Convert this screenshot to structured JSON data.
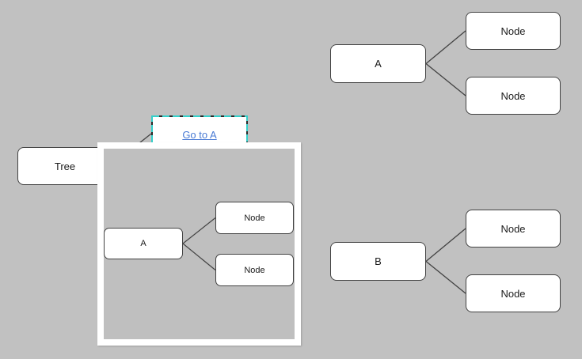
{
  "diagram": {
    "background_color": "#c1c1c1",
    "node_fill": "#ffffff",
    "node_stroke": "#424242",
    "edge_color": "#424242",
    "selection_dash_color": "#35d0ca",
    "tree": {
      "label": "Tree"
    },
    "link": {
      "label": "Go to A",
      "color": "#4a7bd4"
    },
    "branch_a": {
      "root": "A",
      "children": [
        "Node",
        "Node"
      ]
    },
    "branch_b": {
      "root": "B",
      "children": [
        "Node",
        "Node"
      ]
    },
    "preview": {
      "root": "A",
      "children": [
        "Node",
        "Node"
      ]
    }
  }
}
